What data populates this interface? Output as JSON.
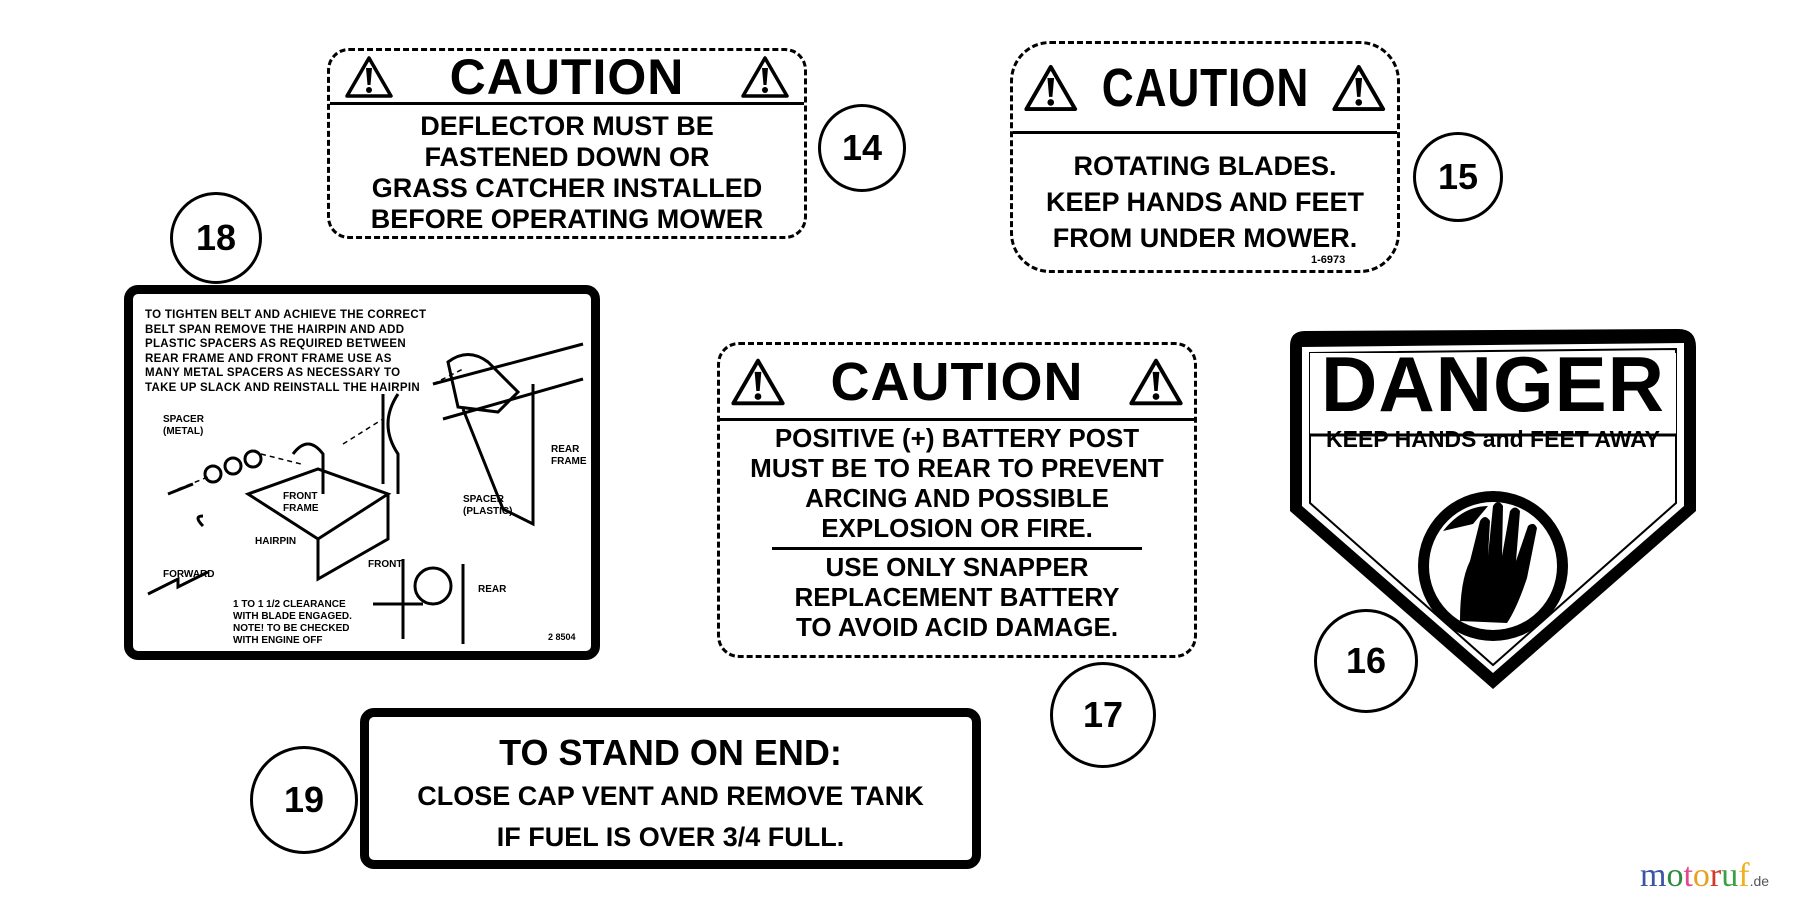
{
  "callouts": [
    "14",
    "15",
    "16",
    "17",
    "18",
    "19"
  ],
  "decal_14": {
    "heading": "CAUTION",
    "lines": [
      "DEFLECTOR MUST BE",
      "FASTENED DOWN OR",
      "GRASS CATCHER INSTALLED",
      "BEFORE OPERATING MOWER"
    ]
  },
  "decal_15": {
    "heading": "CAUTION",
    "lines": [
      "ROTATING BLADES.",
      "KEEP HANDS AND FEET",
      "FROM UNDER MOWER."
    ],
    "part_no": "1-6973"
  },
  "decal_16": {
    "heading": "DANGER",
    "subtext": "KEEP HANDS and FEET AWAY"
  },
  "decal_17": {
    "heading": "CAUTION",
    "lines": [
      "POSITIVE (+) BATTERY POST",
      "MUST BE TO REAR TO PREVENT",
      "ARCING AND POSSIBLE",
      "EXPLOSION OR FIRE."
    ],
    "lines2": [
      "USE ONLY SNAPPER",
      "REPLACEMENT BATTERY",
      "TO AVOID ACID DAMAGE."
    ]
  },
  "decal_18": {
    "instructions": [
      "TO TIGHTEN BELT AND ACHIEVE THE CORRECT",
      "BELT SPAN  REMOVE THE HAIRPIN AND ADD",
      "PLASTIC SPACERS AS REQUIRED BETWEEN",
      "REAR FRAME AND FRONT FRAME  USE AS",
      "MANY METAL SPACERS AS NECESSARY TO",
      "TAKE UP SLACK AND REINSTALL THE HAIRPIN"
    ],
    "labels": {
      "spacer_metal": "SPACER (METAL)",
      "front_frame": "FRONT FRAME",
      "rear_frame": "REAR FRAME",
      "spacer_plastic": "SPACER (PLASTIC)",
      "hairpin": "HAIRPIN",
      "forward": "FORWARD",
      "front": "FRONT",
      "rear": "REAR"
    },
    "clearance": [
      "1 TO 1 1/2 CLEARANCE",
      "WITH BLADE ENGAGED.",
      "NOTE! TO BE CHECKED",
      "WITH ENGINE OFF"
    ],
    "part_no": "2 8504"
  },
  "decal_19": {
    "lines": [
      "TO STAND ON END:",
      "CLOSE CAP VENT AND REMOVE TANK",
      "IF FUEL IS OVER 3/4 FULL."
    ]
  },
  "watermark": {
    "name": "motoruf",
    "tld": ".de",
    "colors": [
      "#3a55a4",
      "#2e8b3e",
      "#e04a8c",
      "#e8a020",
      "#d03a2a",
      "#3aa040",
      "#f0b020"
    ]
  }
}
